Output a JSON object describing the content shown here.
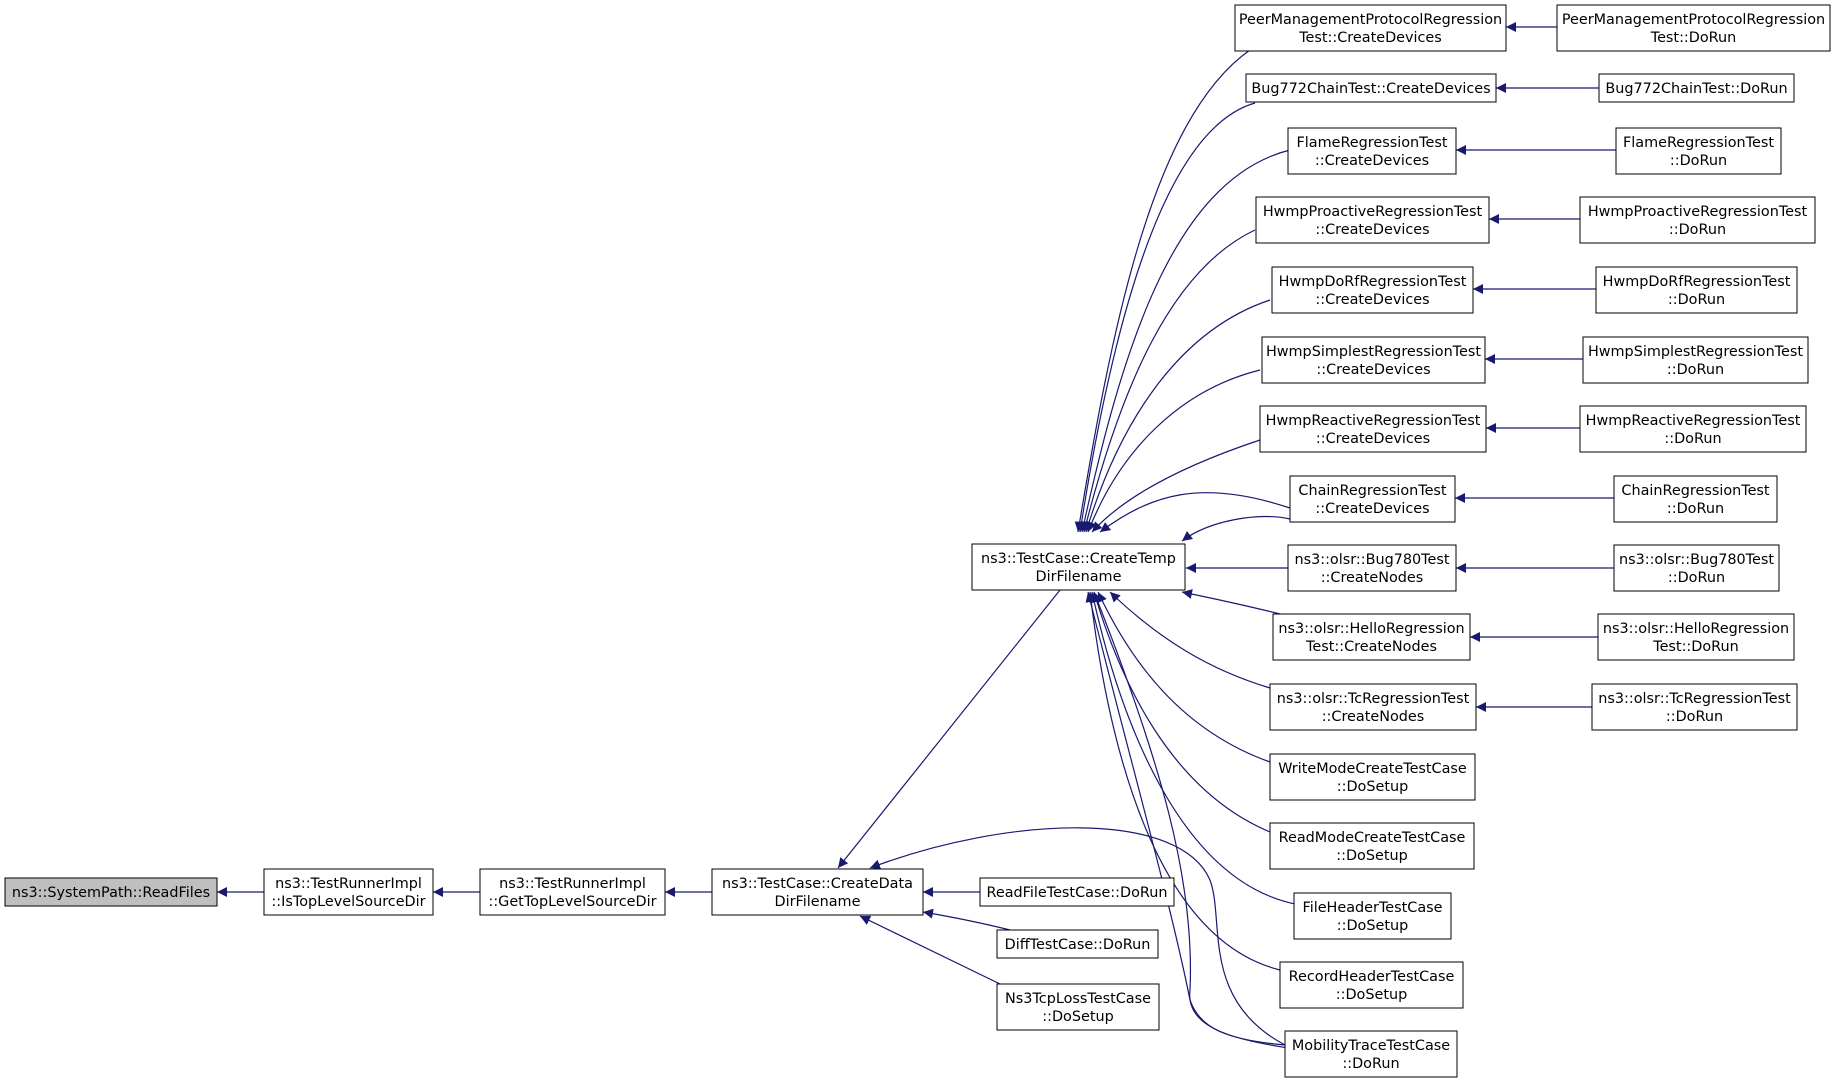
{
  "graph": {
    "colors": {
      "edge": "#191970",
      "node_border": "#000000",
      "root_fill": "#bfbfbf",
      "node_fill": "#ffffff"
    },
    "nodes": {
      "readfiles": {
        "lines": [
          "ns3::SystemPath::ReadFiles"
        ],
        "root": true
      },
      "istoplevel": {
        "lines": [
          "ns3::TestRunnerImpl",
          "::IsTopLevelSourceDir"
        ]
      },
      "gettoplevel": {
        "lines": [
          "ns3::TestRunnerImpl",
          "::GetTopLevelSourceDir"
        ]
      },
      "createdata": {
        "lines": [
          "ns3::TestCase::CreateData",
          "DirFilename"
        ]
      },
      "createtemp": {
        "lines": [
          "ns3::TestCase::CreateTemp",
          "DirFilename"
        ]
      },
      "readfiledorun": {
        "lines": [
          "ReadFileTestCase::DoRun"
        ]
      },
      "diffdorun": {
        "lines": [
          "DiffTestCase::DoRun"
        ]
      },
      "tcploss": {
        "lines": [
          "Ns3TcpLossTestCase",
          "::DoSetup"
        ]
      },
      "peer_cd": {
        "lines": [
          "PeerManagementProtocolRegression",
          "Test::CreateDevices"
        ]
      },
      "peer_run": {
        "lines": [
          "PeerManagementProtocolRegression",
          "Test::DoRun"
        ]
      },
      "bug772_cd": {
        "lines": [
          "Bug772ChainTest::CreateDevices"
        ]
      },
      "bug772_run": {
        "lines": [
          "Bug772ChainTest::DoRun"
        ]
      },
      "flame_cd": {
        "lines": [
          "FlameRegressionTest",
          "::CreateDevices"
        ]
      },
      "flame_run": {
        "lines": [
          "FlameRegressionTest",
          "::DoRun"
        ]
      },
      "proactive_cd": {
        "lines": [
          "HwmpProactiveRegressionTest",
          "::CreateDevices"
        ]
      },
      "proactive_run": {
        "lines": [
          "HwmpProactiveRegressionTest",
          "::DoRun"
        ]
      },
      "dorf_cd": {
        "lines": [
          "HwmpDoRfRegressionTest",
          "::CreateDevices"
        ]
      },
      "dorf_run": {
        "lines": [
          "HwmpDoRfRegressionTest",
          "::DoRun"
        ]
      },
      "simplest_cd": {
        "lines": [
          "HwmpSimplestRegressionTest",
          "::CreateDevices"
        ]
      },
      "simplest_run": {
        "lines": [
          "HwmpSimplestRegressionTest",
          "::DoRun"
        ]
      },
      "reactive_cd": {
        "lines": [
          "HwmpReactiveRegressionTest",
          "::CreateDevices"
        ]
      },
      "reactive_run": {
        "lines": [
          "HwmpReactiveRegressionTest",
          "::DoRun"
        ]
      },
      "chain_cd": {
        "lines": [
          "ChainRegressionTest",
          "::CreateDevices"
        ]
      },
      "chain_run": {
        "lines": [
          "ChainRegressionTest",
          "::DoRun"
        ]
      },
      "bug780_cn": {
        "lines": [
          "ns3::olsr::Bug780Test",
          "::CreateNodes"
        ]
      },
      "bug780_run": {
        "lines": [
          "ns3::olsr::Bug780Test",
          "::DoRun"
        ]
      },
      "hello_cn": {
        "lines": [
          "ns3::olsr::HelloRegression",
          "Test::CreateNodes"
        ]
      },
      "hello_run": {
        "lines": [
          "ns3::olsr::HelloRegression",
          "Test::DoRun"
        ]
      },
      "tc_cn": {
        "lines": [
          "ns3::olsr::TcRegressionTest",
          "::CreateNodes"
        ]
      },
      "tc_run": {
        "lines": [
          "ns3::olsr::TcRegressionTest",
          "::DoRun"
        ]
      },
      "writemode": {
        "lines": [
          "WriteModeCreateTestCase",
          "::DoSetup"
        ]
      },
      "readmode": {
        "lines": [
          "ReadModeCreateTestCase",
          "::DoSetup"
        ]
      },
      "fileheader": {
        "lines": [
          "FileHeaderTestCase",
          "::DoSetup"
        ]
      },
      "recordheader": {
        "lines": [
          "RecordHeaderTestCase",
          "::DoSetup"
        ]
      },
      "mobility": {
        "lines": [
          "MobilityTraceTestCase",
          "::DoRun"
        ]
      }
    }
  }
}
